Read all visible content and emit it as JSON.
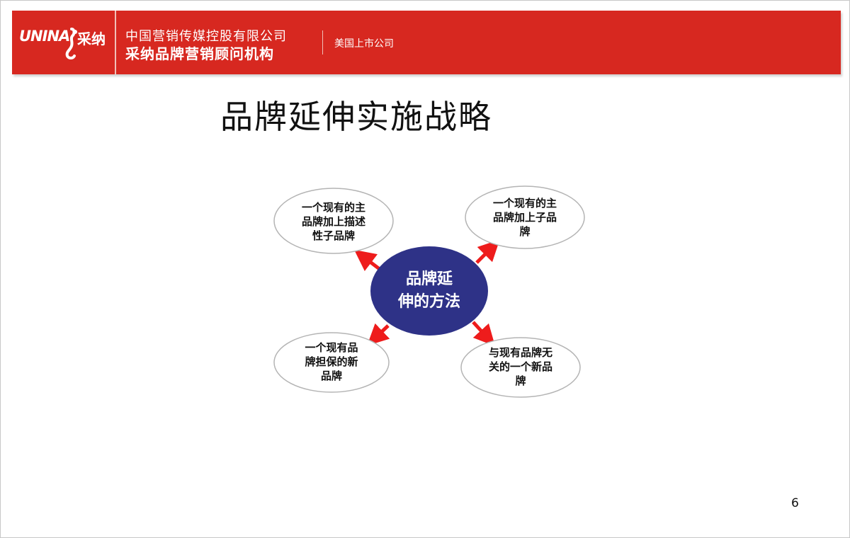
{
  "header": {
    "logo_latin": "UNINA",
    "logo_cjk": "采纳",
    "company_line1": "中国营销传媒控股有限公司",
    "company_line2": "采纳品牌营销顾问机构",
    "listed_text": "美国上市公司",
    "brand_color": "#d72820"
  },
  "slide": {
    "title": "品牌延伸实施战略",
    "page_number": "6"
  },
  "diagram": {
    "center": {
      "lines": [
        "品牌延",
        "伸的方法"
      ],
      "fill_color": "#2e3287"
    },
    "arrow_color": "#ee1c1c",
    "nodes": [
      {
        "id": "top-left",
        "lines": [
          "一个现有的主",
          "品牌加上描述",
          "性子品牌"
        ]
      },
      {
        "id": "top-right",
        "lines": [
          "一个现有的主",
          "品牌加上子品",
          "牌"
        ]
      },
      {
        "id": "bottom-left",
        "lines": [
          "一个现有品",
          "牌担保的新",
          "品牌"
        ]
      },
      {
        "id": "bottom-right",
        "lines": [
          "与现有品牌无",
          "关的一个新品",
          "牌"
        ]
      }
    ]
  }
}
